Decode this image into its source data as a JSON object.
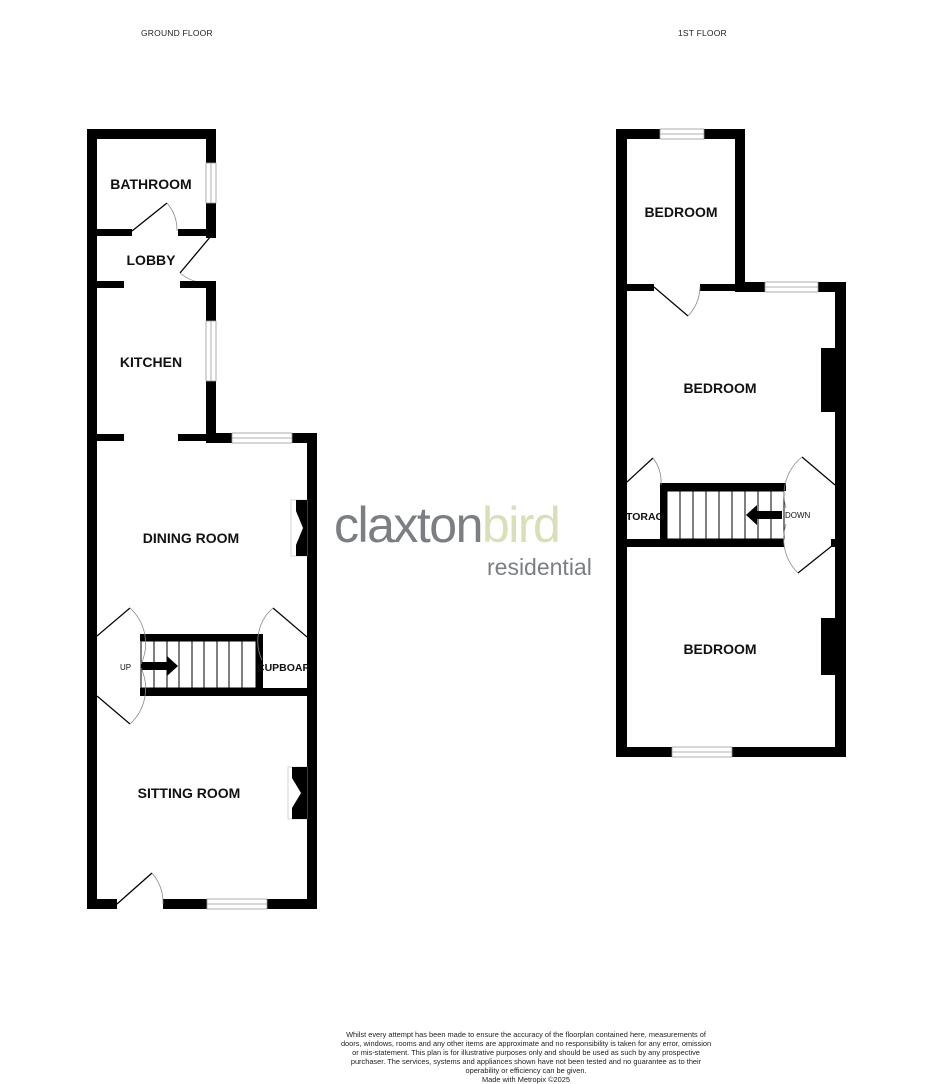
{
  "floors": {
    "ground": {
      "title": "GROUND FLOOR",
      "rooms": {
        "bathroom": "BATHROOM",
        "lobby": "LOBBY",
        "kitchen": "KITCHEN",
        "dining_room": "DINING ROOM",
        "sitting_room": "SITTING ROOM",
        "cupboard": "CUPBOAR"
      },
      "stairs_label": "UP"
    },
    "first": {
      "title": "1ST FLOOR",
      "rooms": {
        "bedroom_rear": "BEDROOM",
        "bedroom_middle": "BEDROOM",
        "bedroom_front": "BEDROOM",
        "storage": "TORAG"
      },
      "stairs_label": "DOWN"
    }
  },
  "logo": {
    "part1": "claxton",
    "part2": "bird",
    "sub": "residential",
    "colors": {
      "primary": "#7b7e83",
      "secondary": "#d9dfb8"
    }
  },
  "disclaimer": {
    "text": "Whilst every attempt has been made to ensure the accuracy of the floorplan contained here, measurements of doors, windows, rooms and any other items are approximate and no responsibility is taken for any error, omission or mis-statement. This plan is for illustrative purposes only and should be used as such by any prospective purchaser. The services, systems and appliances shown have not been tested and no guarantee as to their operability or efficiency can be given.",
    "credit": "Made with Metropix ©2025"
  }
}
